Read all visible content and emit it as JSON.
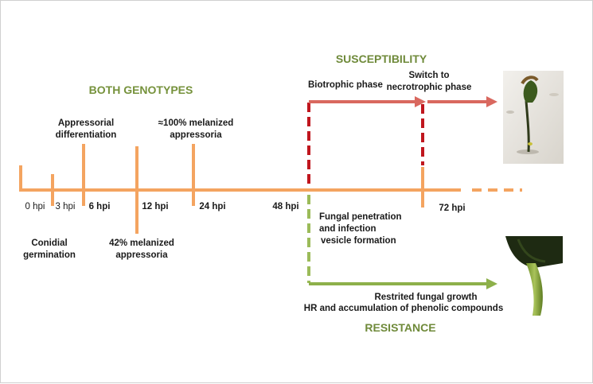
{
  "headings": {
    "both_genotypes": "BOTH GENOTYPES",
    "susceptibility": "SUSCEPTIBILITY",
    "resistance": "RESISTANCE"
  },
  "timepoints": {
    "t0": "0 hpi",
    "t3": "3 hpi",
    "t6": "6 hpi",
    "t12": "12 hpi",
    "t24": "24 hpi",
    "t48": "48 hpi",
    "t72": "72 hpi"
  },
  "events": {
    "appressorial_line1": "Appressorial",
    "appressorial_line2": "differentiation",
    "melanized100_line1": "≈100% melanized",
    "melanized100_line2": "appressoria",
    "conidial_line1": "Conidial",
    "conidial_line2": "germination",
    "melanized42_line1": "42% melanized",
    "melanized42_line2": "appressoria"
  },
  "susceptibility_path": {
    "biotrophic": "Biotrophic phase",
    "switch_line1": "Switch to",
    "switch_line2": "necrotrophic phase"
  },
  "resistance_path": {
    "penetration_line1": "Fungal penetration",
    "penetration_line2": "and infection",
    "penetration_line3": "vesicle formation",
    "restricted": "Restrited fungal growth",
    "hr": "HR and  accumulation of phenolic compounds"
  },
  "colors": {
    "timeline": "#f4a460",
    "susceptibility": "#d9534f",
    "resistance": "#8db04a",
    "heading_green": "#76923c"
  },
  "images": {
    "top_plant": "seedling-susceptible-photo",
    "bottom_plant": "stem-resistant-photo"
  }
}
